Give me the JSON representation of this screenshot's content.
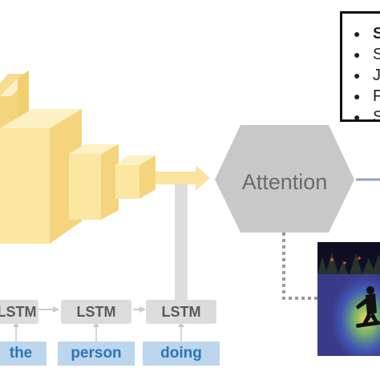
{
  "attention": {
    "label": "Attention"
  },
  "lstm_cells": [
    {
      "label": "LSTM"
    },
    {
      "label": "LSTM"
    },
    {
      "label": "LSTM"
    }
  ],
  "question_words": [
    {
      "label": "the"
    },
    {
      "label": "person"
    },
    {
      "label": "doing"
    }
  ],
  "answers": [
    {
      "label": "S",
      "emphasized": true
    },
    {
      "label": "S"
    },
    {
      "label": "J"
    },
    {
      "label": "F"
    },
    {
      "label": "S"
    }
  ],
  "colors": {
    "cnn_front": "#fbe6a2",
    "cnn_side": "#f4d57d",
    "cnn_top": "#fdf0c4",
    "attention_fill": "#c8c8c8",
    "lstm_fill": "#dcdcdc",
    "word_fill": "#bcd6ee",
    "word_text": "#2e74b5",
    "connector": "#dddddd",
    "output_line": "#8aa4c8"
  }
}
